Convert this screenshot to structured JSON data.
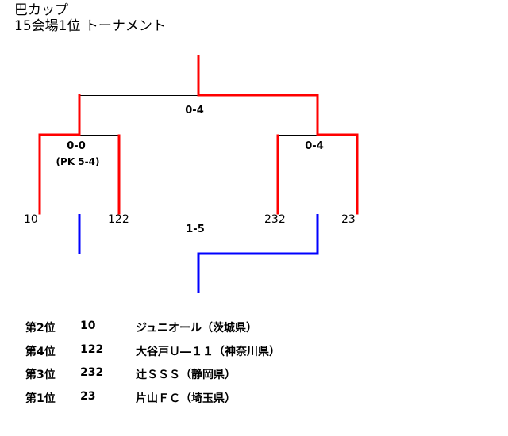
{
  "title": {
    "line1": "巴カップ",
    "line2": "15会場1位 トーナメント"
  },
  "bracket": {
    "teams": [
      "10",
      "122",
      "232",
      "23"
    ],
    "scores": {
      "semi_left": "0-0",
      "semi_left_pk": "(PK 5-4)",
      "semi_right": "0-4",
      "final": "0-4",
      "third_place": "1-5"
    },
    "colors": {
      "winner": "#ff0000",
      "third_place": "#0000ff",
      "loser": "#000000"
    }
  },
  "results": [
    {
      "rank": "第2位",
      "number": "10",
      "team": "ジュニオール（茨城県）"
    },
    {
      "rank": "第4位",
      "number": "122",
      "team": "大谷戸Ｕ―１１（神奈川県）"
    },
    {
      "rank": "第3位",
      "number": "232",
      "team": "辻ＳＳＳ（静岡県）"
    },
    {
      "rank": "第1位",
      "number": "23",
      "team": "片山ＦＣ（埼玉県）"
    }
  ]
}
